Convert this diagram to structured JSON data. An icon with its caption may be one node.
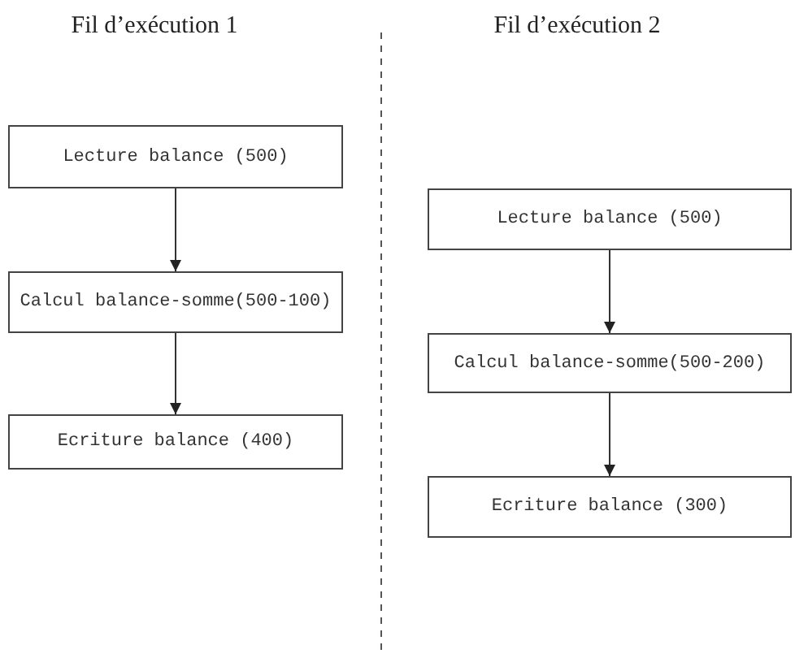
{
  "diagram": {
    "nodes": [
      {
        "text": [
          "Lecture balance (500)"
        ]
      },
      {
        "text": [
          "Calcul balance-somme(500-100)"
        ]
      },
      {
        "text": [
          "Ecriture balance (400)"
        ]
      },
      {
        "text": [
          "Lecture balance (500)"
        ]
      },
      {
        "text": [
          "Calcul balance-somme(500-200)"
        ]
      },
      {
        "text": [
          "Ecriture balance (300)"
        ]
      }
    ],
    "edges": [
      {
        "from": 0,
        "to": 1,
        "arrow": "to"
      },
      {
        "from": 1,
        "to": 2,
        "arrow": "to"
      },
      {
        "from": 3,
        "to": 4,
        "arrow": "to"
      },
      {
        "from": 4,
        "to": 5,
        "arrow": "to"
      }
    ],
    "labels": [
      "Fil d’exécution 1",
      "Fil d’exécution 2"
    ]
  }
}
